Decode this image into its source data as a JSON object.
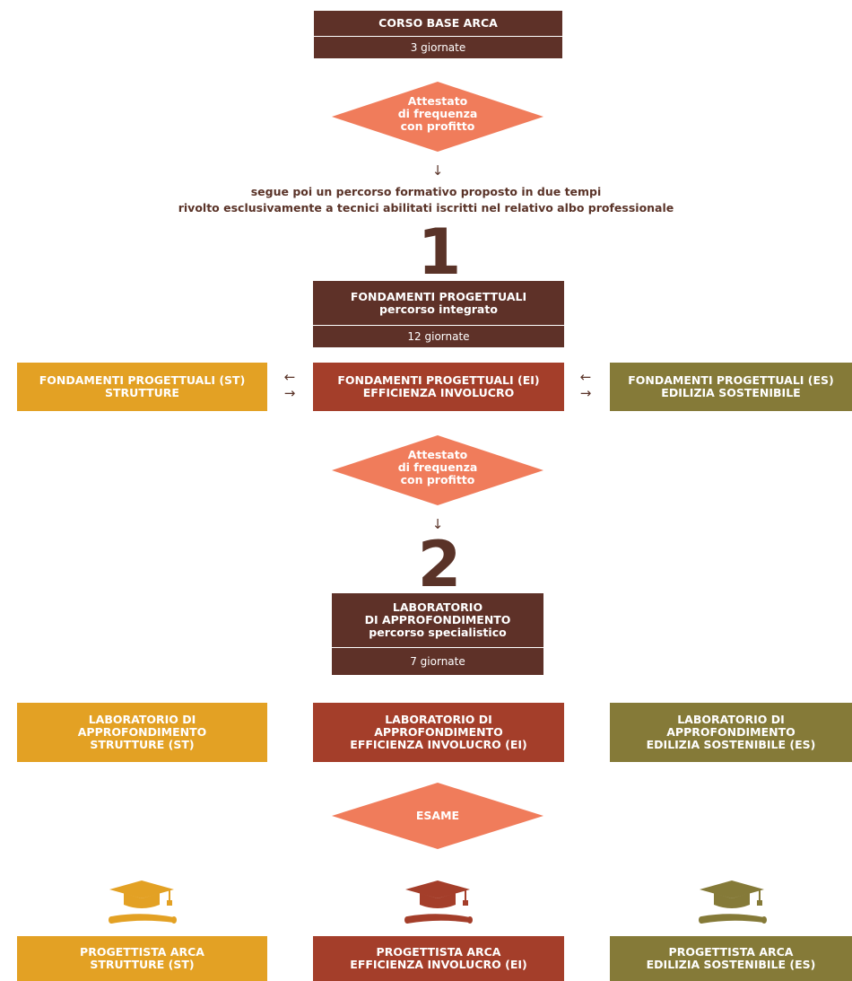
{
  "colors": {
    "dark": "#5e3128",
    "orange_diamond": "#f07c5b",
    "mustard": "#e3a124",
    "rust": "#a43e2a",
    "olive": "#857a38"
  },
  "base": {
    "title": "CORSO BASE ARCA",
    "duration": "3 giornate"
  },
  "cert1": {
    "line1": "Attestato",
    "line2": "di frequenza",
    "line3": "con profitto"
  },
  "arrow_down": "↓",
  "description": {
    "line1": "segue poi un percorso formativo proposto in due tempi",
    "line2": "rivolto esclusivamente a tecnici abilitati iscritti nel relativo albo professionale"
  },
  "step1": {
    "number": "1",
    "title": "FONDAMENTI PROGETTUALI",
    "subtitle": "percorso integrato",
    "duration": "12 giornate"
  },
  "fondamenti": {
    "st": {
      "line1": "FONDAMENTI PROGETTUALI (ST)",
      "line2": "STRUTTURE"
    },
    "ei": {
      "line1": "FONDAMENTI PROGETTUALI (EI)",
      "line2": "EFFICIENZA INVOLUCRO"
    },
    "es": {
      "line1": "FONDAMENTI PROGETTUALI (ES)",
      "line2": "EDILIZIA SOSTENIBILE"
    }
  },
  "arrows_lr": {
    "left": "←",
    "right": "→"
  },
  "cert2": {
    "line1": "Attestato",
    "line2": "di frequenza",
    "line3": "con profitto"
  },
  "step2": {
    "number": "2",
    "line1": "LABORATORIO",
    "line2": "DI APPROFONDIMENTO",
    "subtitle": "percorso specialistico",
    "duration": "7 giornate"
  },
  "laboratori": {
    "st": {
      "line1": "LABORATORIO DI",
      "line2": "APPROFONDIMENTO",
      "line3": "STRUTTURE (ST)"
    },
    "ei": {
      "line1": "LABORATORIO DI",
      "line2": "APPROFONDIMENTO",
      "line3": "EFFICIENZA INVOLUCRO (EI)"
    },
    "es": {
      "line1": "LABORATORIO DI",
      "line2": "APPROFONDIMENTO",
      "line3": "EDILIZIA SOSTENIBILE (ES)"
    }
  },
  "exam": {
    "label": "ESAME"
  },
  "icons": {
    "graduation": "graduation-cap-diploma-icon"
  },
  "progettista": {
    "st": {
      "line1": "PROGETTISTA ARCA",
      "line2": "STRUTTURE (ST)"
    },
    "ei": {
      "line1": "PROGETTISTA ARCA",
      "line2": "EFFICIENZA INVOLUCRO (EI)"
    },
    "es": {
      "line1": "PROGETTISTA ARCA",
      "line2": "EDILIZIA SOSTENIBILE (ES)"
    }
  }
}
